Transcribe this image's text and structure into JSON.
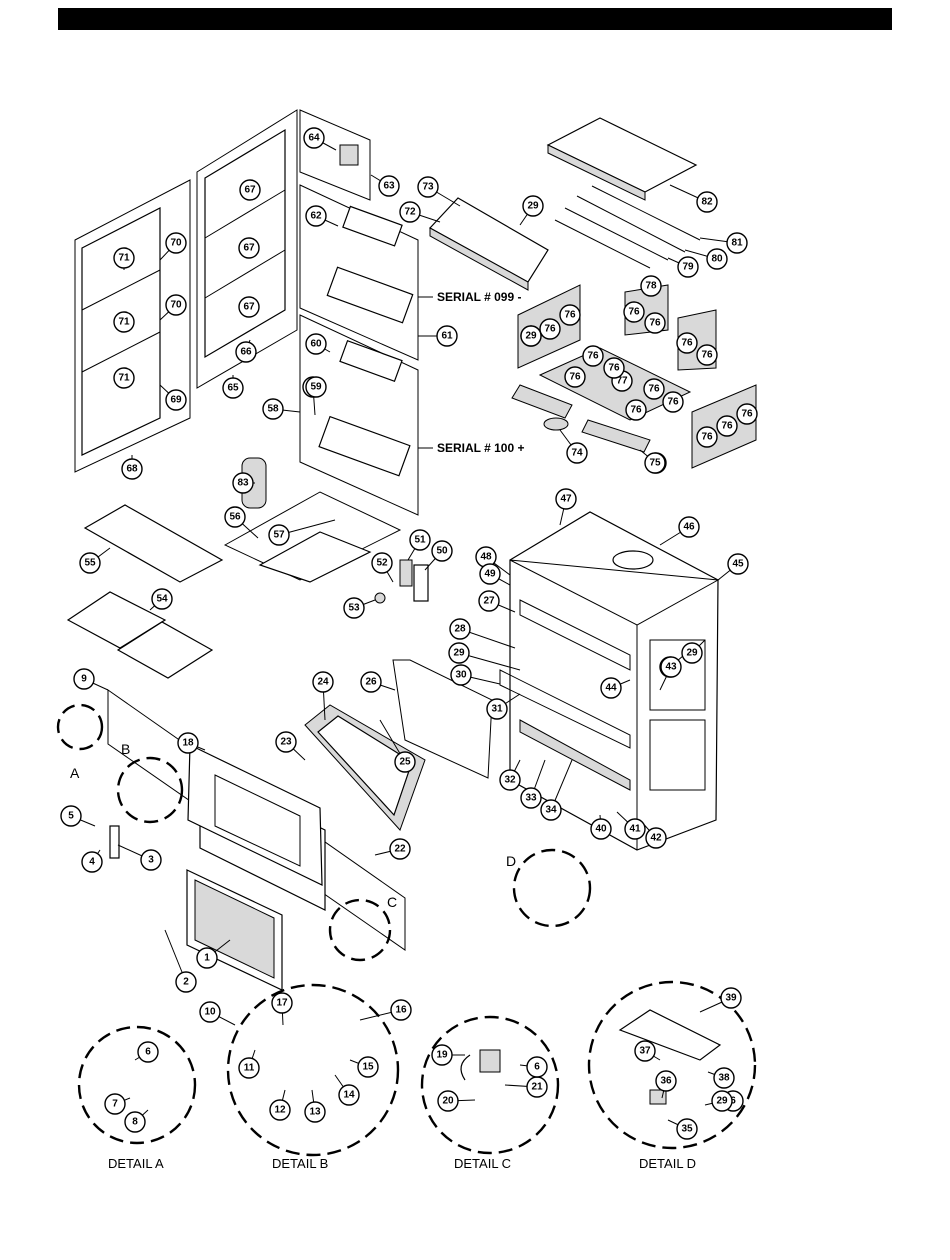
{
  "serial_labels": {
    "s1": "SERIAL # 099 -",
    "s2": "SERIAL # 100 +"
  },
  "detail_labels": {
    "a": "DETAIL A",
    "b": "DETAIL B",
    "c": "DETAIL C",
    "d": "DETAIL D"
  },
  "detail_letters": {
    "a": "A",
    "b": "B",
    "c": "C",
    "d": "D"
  },
  "callouts": [
    "1",
    "2",
    "3",
    "4",
    "5",
    "6",
    "7",
    "8",
    "9",
    "10",
    "11",
    "12",
    "13",
    "14",
    "15",
    "16",
    "17",
    "18",
    "19",
    "20",
    "21",
    "22",
    "23",
    "24",
    "25",
    "26",
    "27",
    "28",
    "29",
    "30",
    "31",
    "32",
    "33",
    "34",
    "35",
    "36",
    "37",
    "38",
    "39",
    "40",
    "41",
    "42",
    "43",
    "44",
    "45",
    "46",
    "47",
    "48",
    "49",
    "50",
    "51",
    "52",
    "53",
    "54",
    "55",
    "56",
    "57",
    "58",
    "59",
    "60",
    "61",
    "62",
    "63",
    "64",
    "65",
    "66",
    "67",
    "68",
    "69",
    "70",
    "71",
    "72",
    "73",
    "74",
    "75",
    "76",
    "77",
    "78",
    "79",
    "80",
    "81",
    "82",
    "83"
  ]
}
